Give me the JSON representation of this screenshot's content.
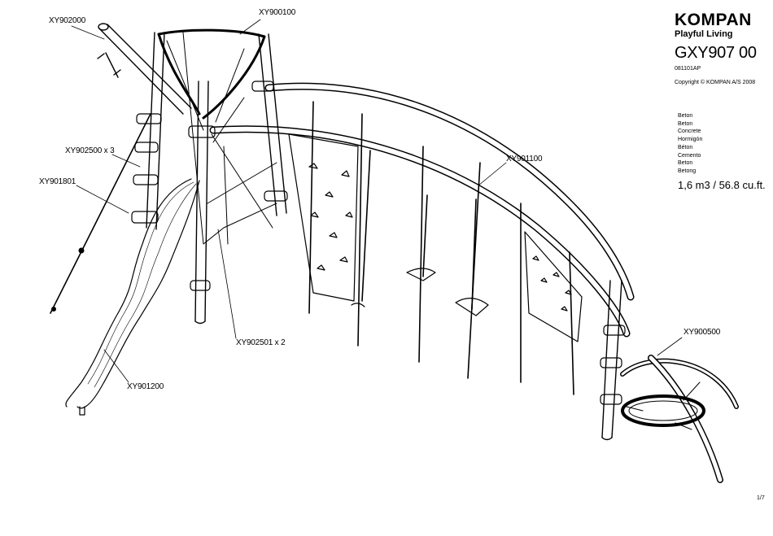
{
  "title_block": {
    "brand": "KOMPAN",
    "tagline": "Playful Living",
    "model": "GXY907 00",
    "doc_code": "081101AP",
    "copyright": "Copyright © KOMPAN A/S 2008"
  },
  "material": {
    "languages": [
      "Beton",
      "Beton",
      "Concrete",
      "Hormigón",
      "Béton",
      "Cemento",
      "Beton",
      "Betong"
    ],
    "volume": "1,6 m3 / 56.8 cu.ft."
  },
  "callouts": {
    "xy902000": "XY902000",
    "xy900100": "XY900100",
    "xy902500": "XY902500 x 3",
    "xy901801": "XY901801",
    "xy901100": "XY901100",
    "xy902501": "XY902501 x 2",
    "xy901200": "XY901200",
    "xy900500": "XY900500"
  },
  "page_number": "1/7",
  "colors": {
    "line": "#000000",
    "background": "#ffffff",
    "shade": "#d8d8d8"
  }
}
